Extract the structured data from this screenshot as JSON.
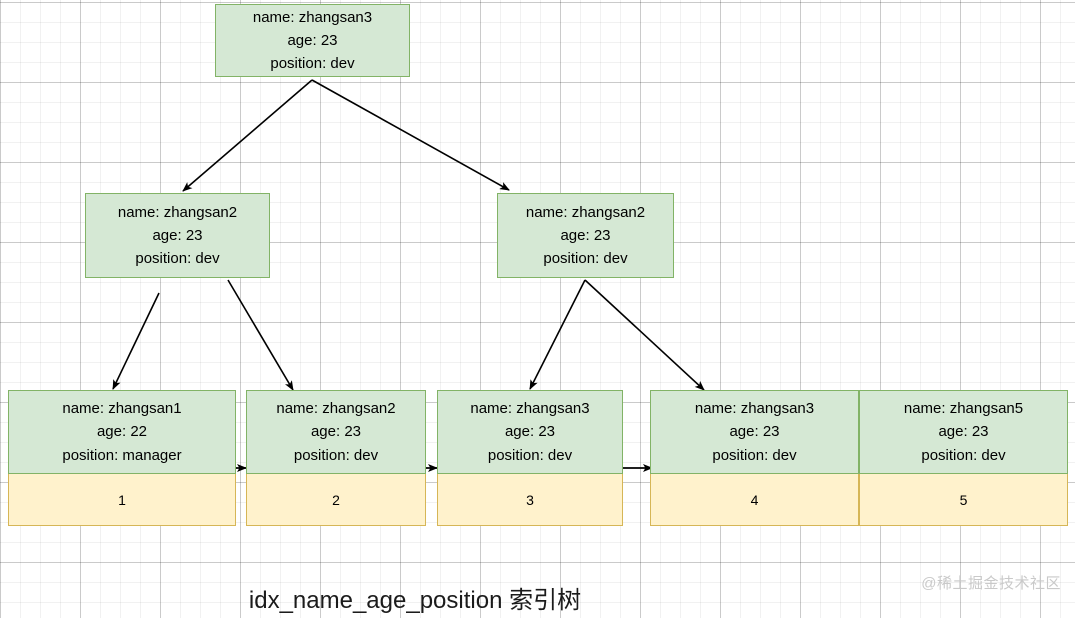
{
  "diagram": {
    "caption": "idx_name_age_position 索引树",
    "watermark": "@稀土掘金技术社区",
    "colors": {
      "node_fill": "#d5e8d4",
      "node_border": "#82b366",
      "leaf_index_fill": "#fff2cc",
      "leaf_index_border": "#d6b656",
      "edge": "#000000",
      "grid_minor": "#f0f0f0",
      "grid_major": "#d9d9d9",
      "text": "#000000",
      "watermark": "#c9c9c9"
    },
    "root": {
      "name": "name: zhangsan3",
      "age": "age: 23",
      "position": "position: dev"
    },
    "branches": [
      {
        "name": "name: zhangsan2",
        "age": "age: 23",
        "position": "position: dev"
      },
      {
        "name": "name: zhangsan2",
        "age": "age: 23",
        "position": "position: dev"
      }
    ],
    "leaves": [
      {
        "name": "name: zhangsan1",
        "age": "age: 22",
        "position": "position: manager",
        "index": "1"
      },
      {
        "name": "name: zhangsan2",
        "age": "age: 23",
        "position": "position: dev",
        "index": "2"
      },
      {
        "name": "name: zhangsan3",
        "age": "age: 23",
        "position": "position: dev",
        "index": "3"
      },
      {
        "name": "name: zhangsan3",
        "age": "age: 23",
        "position": "position: dev",
        "index": "4"
      },
      {
        "name": "name: zhangsan5",
        "age": "age: 23",
        "position": "position: dev",
        "index": "5"
      }
    ]
  }
}
